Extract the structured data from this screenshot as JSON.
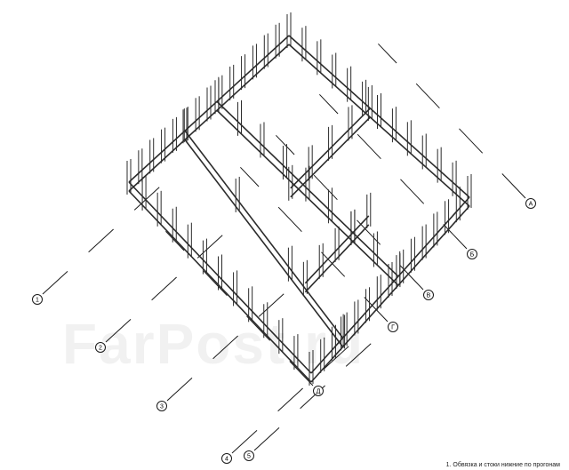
{
  "caption": "1. Обвязка и стоки нижние по прогонам",
  "watermark": "FarPost.ru",
  "axis_markers": [
    {
      "id": "axis-left-1",
      "label": "1"
    },
    {
      "id": "axis-left-2",
      "label": "2"
    },
    {
      "id": "axis-left-3",
      "label": "3"
    },
    {
      "id": "axis-left-4",
      "label": "4"
    },
    {
      "id": "axis-left-5",
      "label": "5"
    },
    {
      "id": "axis-right-a",
      "label": "А"
    },
    {
      "id": "axis-right-b",
      "label": "Б"
    },
    {
      "id": "axis-right-c",
      "label": "В"
    },
    {
      "id": "axis-right-d",
      "label": "Г"
    },
    {
      "id": "axis-right-e",
      "label": "Д"
    }
  ],
  "colors": {
    "line": "#1a1a1a",
    "frame": "#2b2b2b",
    "watermark": "#000000"
  }
}
